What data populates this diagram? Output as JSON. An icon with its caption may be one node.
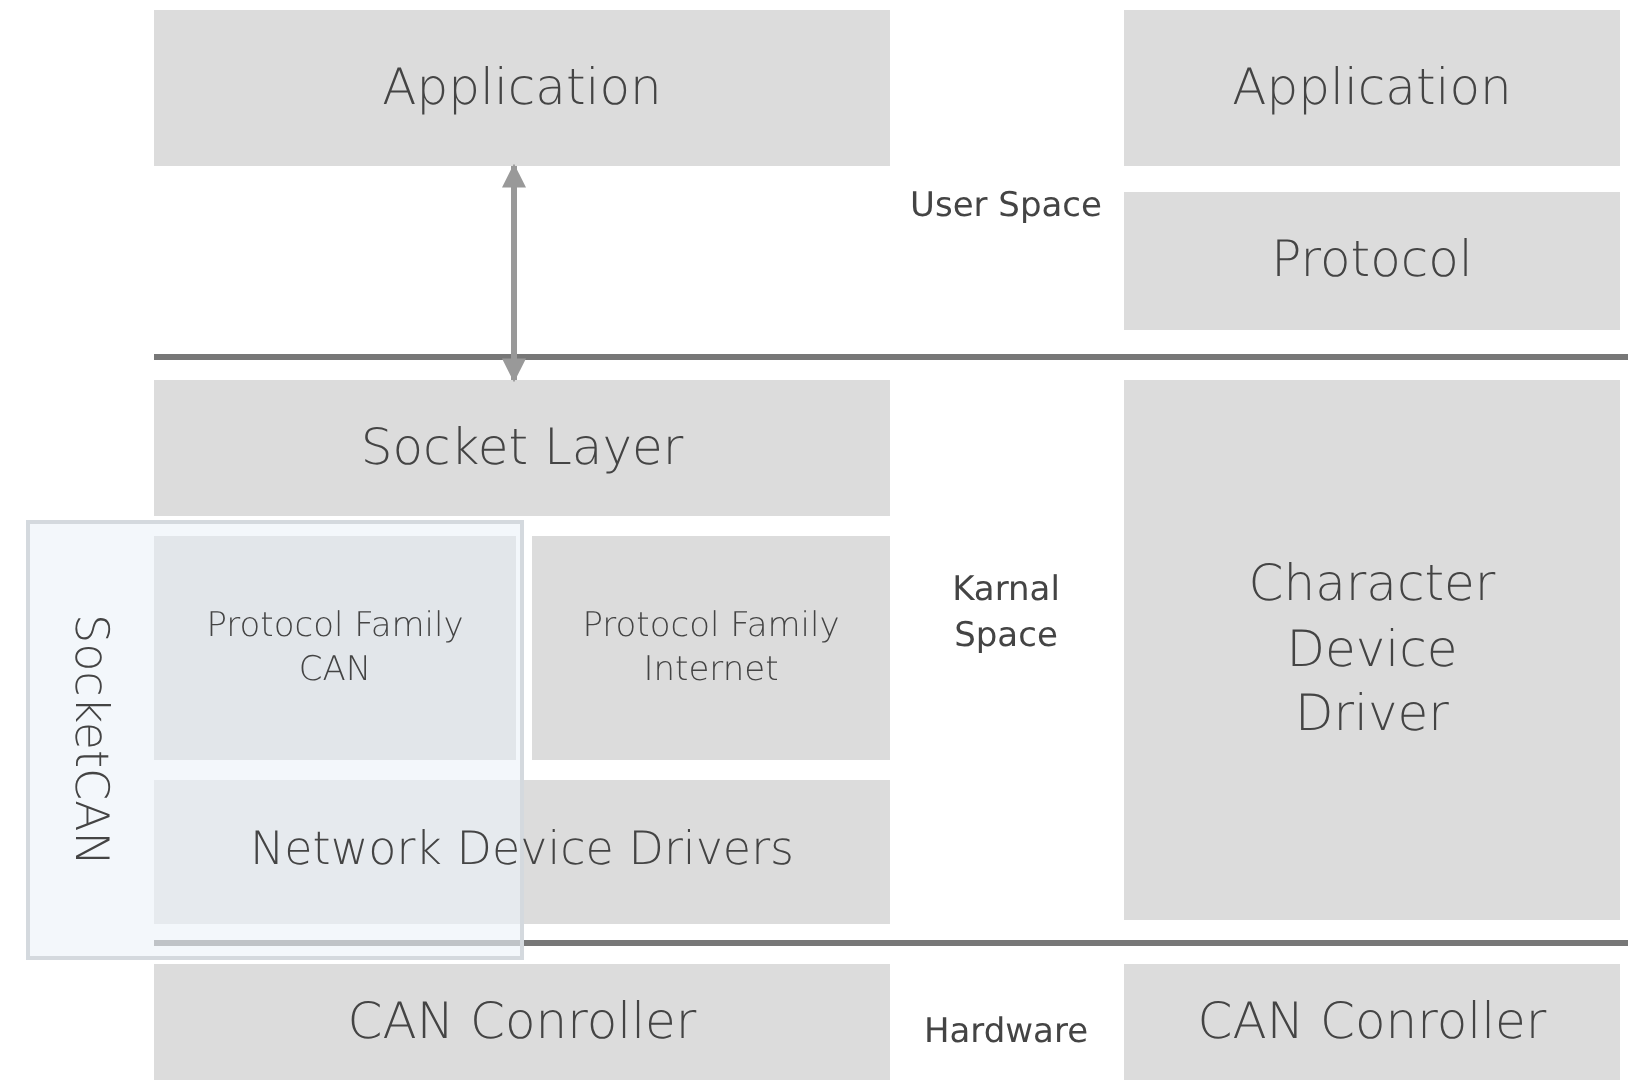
{
  "diagram": {
    "nodes": [
      {
        "text": [
          "Application"
        ]
      },
      {
        "text": [
          "Application"
        ]
      },
      {
        "text": [
          "Protocol"
        ]
      },
      {
        "text": [
          "Socket Layer"
        ]
      },
      {
        "text": [
          "SocketCAN"
        ]
      },
      {
        "text": [
          "Protocol Family CAN"
        ],
        "in": 4
      },
      {
        "text": [
          "Protocol Family Internet"
        ]
      },
      {
        "text": [
          "Network Device Drivers"
        ]
      },
      {
        "text": [
          "Character Device Driver"
        ]
      },
      {
        "text": [
          "CAN Conroller"
        ]
      },
      {
        "text": [
          "CAN Conroller"
        ]
      }
    ],
    "edges": [
      {
        "from": 0,
        "to": 3,
        "arrow": "both"
      }
    ],
    "labels": [
      "User Space",
      "Karnal Space",
      "Hardware"
    ]
  }
}
